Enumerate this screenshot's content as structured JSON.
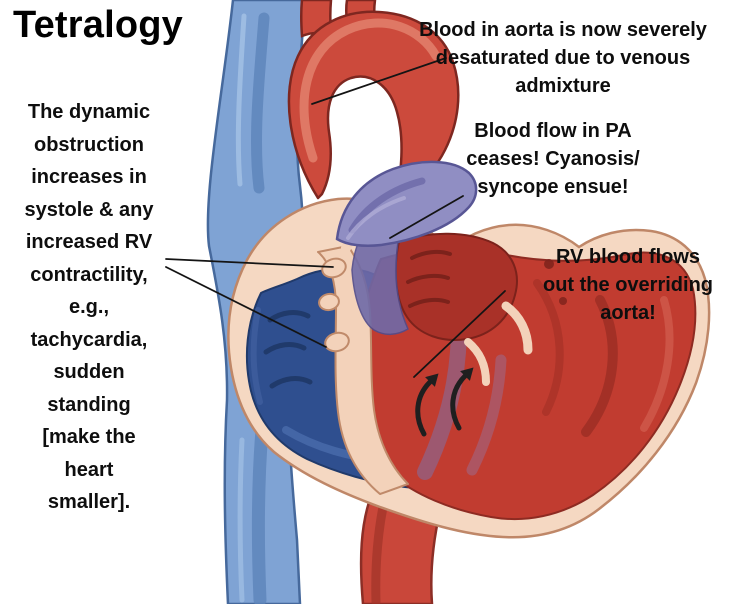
{
  "title": "Tetralogy",
  "notes": {
    "dynamic_obstruction": {
      "lines": [
        "The dynamic",
        "obstruction",
        "increases in",
        "systole & any",
        "increased RV",
        "contractility,",
        "e.g.,",
        "tachycardia,",
        "sudden",
        "standing",
        "[make the",
        "heart",
        "smaller]."
      ]
    },
    "aorta_desaturation": {
      "lines": [
        "Blood in aorta is now severely",
        "desaturated due to venous",
        "admixture"
      ]
    },
    "pa_flow": {
      "lines": [
        "Blood flow in PA",
        "ceases! Cyanosis/",
        "syncope ensue!"
      ]
    },
    "rv_flow": {
      "lines": [
        "RV blood flows",
        "out the overriding",
        "aorta!"
      ]
    }
  },
  "icons": {
    "flow_arrow": "curved-flow-arrow"
  },
  "colors": {
    "background": "#ffffff",
    "text": "#0e0e0e",
    "aorta_red": "#cc4a3c",
    "aorta_outline": "#7e2720",
    "vein_blue": "#7fa3d4",
    "vein_outline": "#46699c",
    "heart_wall_peach": "#f5d8c2",
    "heart_wall_outline": "#bf8768",
    "rv_chamber_blue": "#2f4f8f",
    "lv_chamber_red": "#c13c30",
    "atrium_dark_red": "#a93128",
    "pulmonary_artery_purple": "#908ec3",
    "mixing_purple": "#7a73b0",
    "annotation_line": "#141414"
  }
}
